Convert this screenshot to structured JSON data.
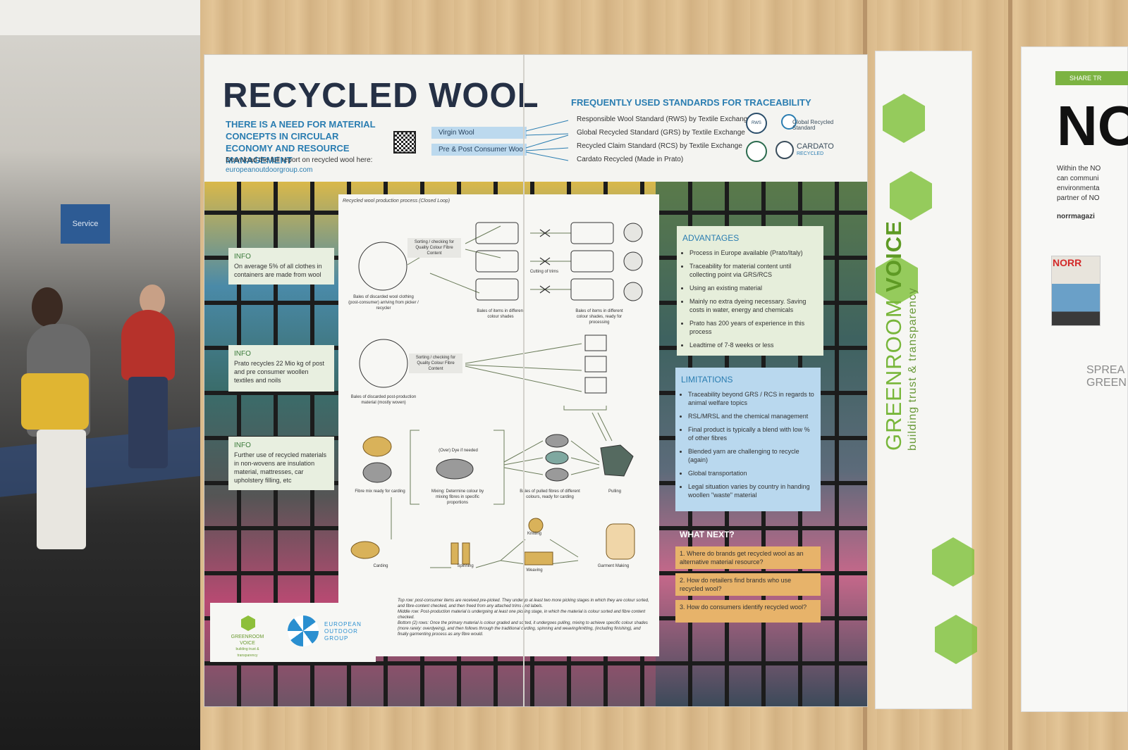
{
  "scene": {
    "hall_sign": "Service"
  },
  "poster": {
    "title": "RECYCLED WOOL",
    "subtitle": "THERE IS A NEED FOR MATERIAL CONCEPTS IN CIRCULAR ECONOMY AND RESOURCE MANAGEMENT",
    "download_text": "Download the full report on recycled wool here:",
    "url": "europeanoutdoorgroup.com",
    "chips": [
      "Virgin Wool",
      "Pre & Post Consumer Wool"
    ],
    "standards_heading": "FREQUENTLY USED STANDARDS FOR TRACEABILITY",
    "standards": [
      "Responsible Wool Standard (RWS) by Textile Exchange",
      "Global Recycled Standard (GRS) by Textile Exchange",
      "Recycled Claim Standard (RCS) by Textile Exchange",
      "Cardato Recycled  (Made in Prato)"
    ],
    "badges": {
      "rws": "RWS",
      "grs": "Global Recycled Standard",
      "cardato": "CARDATO",
      "cardato_sub": "RECYCLED"
    },
    "process": {
      "caption": "Recycled wool production process (Closed Loop)",
      "sorting": "Sorting / checking for Quality Colour Fibre Content",
      "labels": {
        "bales_post": "Bales of discarded wool clothing (post-consumer) arriving from picker / recycler",
        "bales_colour": "Bales of items in different colour shades",
        "cutting": "Cutting of trims",
        "bales_ready": "Bales of items in different colour shades, ready for processing",
        "bales_pre": "Bales of discarded post-production material (mostly woven)",
        "fibre_mix": "Fibre mix ready for carding",
        "dye": "(Over) Dye if needed",
        "mixing": "Mixing: Determine colour by mixing fibres in specific proportions",
        "pulled": "Bales of pulled fibres of different colours, ready for carding",
        "pulling": "Pulling",
        "carding": "Carding",
        "spinning": "Spinning",
        "knitting": "Knitting",
        "weaving": "Weaving",
        "garment": "Garment Making"
      },
      "notes": [
        "Top row: post-consumer items are received pre-picked. They undergo at least two more picking stages in which they are colour sorted, and fibre-content checked, and then freed from any attached trims and labels.",
        "Middle row: Post-production material is undergoing at least one picking stage, in which the material is colour sorted and fibre content checked.",
        "Bottom (2) rows: Once the primary material is colour graded and sorted, it undergoes pulling, mixing to achieve specific colour shades (more rarely: overdyeing), and then follows through the traditional carding, spinning and weaving/knitting, (including finishing), and finally garmenting process as any fibre would."
      ]
    },
    "info_boxes": [
      {
        "tag": "INFO",
        "text": "On average 5% of all clothes in containers are made from wool"
      },
      {
        "tag": "INFO",
        "text": "Prato recycles 22 Mio kg of post and pre consumer woollen textiles and noils"
      },
      {
        "tag": "INFO",
        "text": "Further use of recycled materials in non-wovens are insulation material, mattresses, car upholstery filling, etc"
      }
    ],
    "advantages": {
      "heading": "ADVANTAGES",
      "items": [
        "Process in Europe available (Prato/Italy)",
        "Traceability for material content until collecting point via GRS/RCS",
        "Using an existing material",
        "Mainly no extra dyeing necessary. Saving costs in water, energy and chemicals",
        "Prato has 200 years of experience in this process",
        "Leadtime of 7-8 weeks or less"
      ]
    },
    "limitations": {
      "heading": "LIMITATIONS",
      "items": [
        "Traceability beyond GRS / RCS in regards to animal welfare topics",
        "RSL/MRSL and the chemical management",
        "Final product is typically a blend with low % of other fibres",
        "Blended yarn are challenging to recycle (again)",
        "Global transportation",
        "Legal situation varies by country in handing woollen \"waste\" material"
      ]
    },
    "what_next": {
      "heading": "WHAT NEXT?",
      "questions": [
        "1. Where do brands get recycled wool as an alternative material resource?",
        "2. How do retailers find brands who use recycled wool?",
        "3. How do consumers identify recycled wool?"
      ]
    },
    "logos": {
      "gv_line1": "GREENROOM",
      "gv_line2": "VOICE",
      "gv_line3": "building trust & transparency",
      "eog_line1": "EUROPEAN",
      "eog_line2": "OUTDOOR",
      "eog_line3": "GROUP"
    }
  },
  "banner": {
    "word1": "GREENROOM",
    "word2": "VOICE",
    "tagline": "building trust & transparency"
  },
  "norr": {
    "share": "SHARE TR",
    "big": "NO",
    "lines": [
      "Within the NO",
      "can communi",
      "environmenta",
      "partner of NO"
    ],
    "site": "norrmagazi",
    "mag_title": "NORR",
    "spread": [
      "SPREA",
      "GREEN M"
    ]
  },
  "colors": {
    "title": "#253045",
    "accent_blue": "#2a7db1",
    "adv_bg": "#e6eedb",
    "lim_bg": "#b9d8ee",
    "next_bg": "#e7b36a",
    "gv_green": "#78b63a"
  }
}
